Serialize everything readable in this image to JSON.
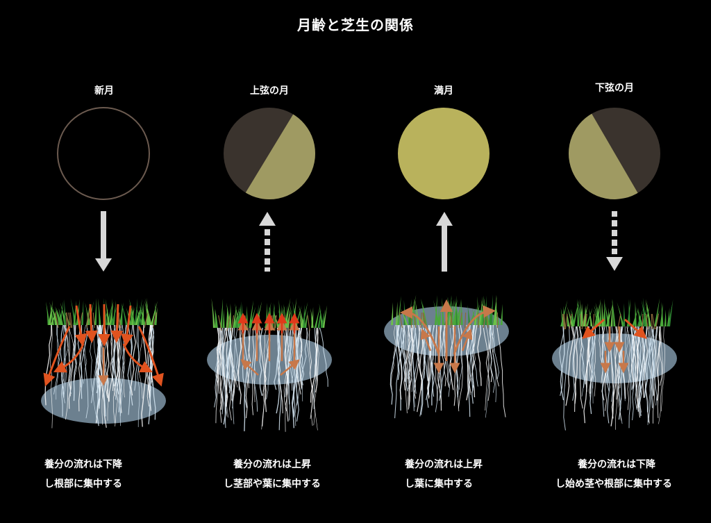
{
  "title": "月齢と芝生の関係",
  "phases": [
    {
      "label": "新月",
      "caption_line1": "養分の流れは下降",
      "caption_line2": "し根部に集中する"
    },
    {
      "label": "上弦の月",
      "caption_line1": "養分の流れは上昇",
      "caption_line2": "し茎部や葉に集中する"
    },
    {
      "label": "満月",
      "caption_line1": "養分の流れは上昇",
      "caption_line2": "し葉に集中する"
    },
    {
      "label": "下弦の月",
      "caption_line1": "養分の流れは下降",
      "caption_line2": "し始め茎や根部に集中する"
    }
  ],
  "colors": {
    "moon_lit": "#b9b25c",
    "moon_lit_dim": "#9f9a62",
    "moon_dark": "#3a332d",
    "new_moon_outline": "#6b5a4f",
    "arrow": "#d8d8d8",
    "flow_arrow": "#e0531f",
    "ellipse": "#7f97a8",
    "grass": "#4aa83a",
    "roots": "#ffffff"
  }
}
